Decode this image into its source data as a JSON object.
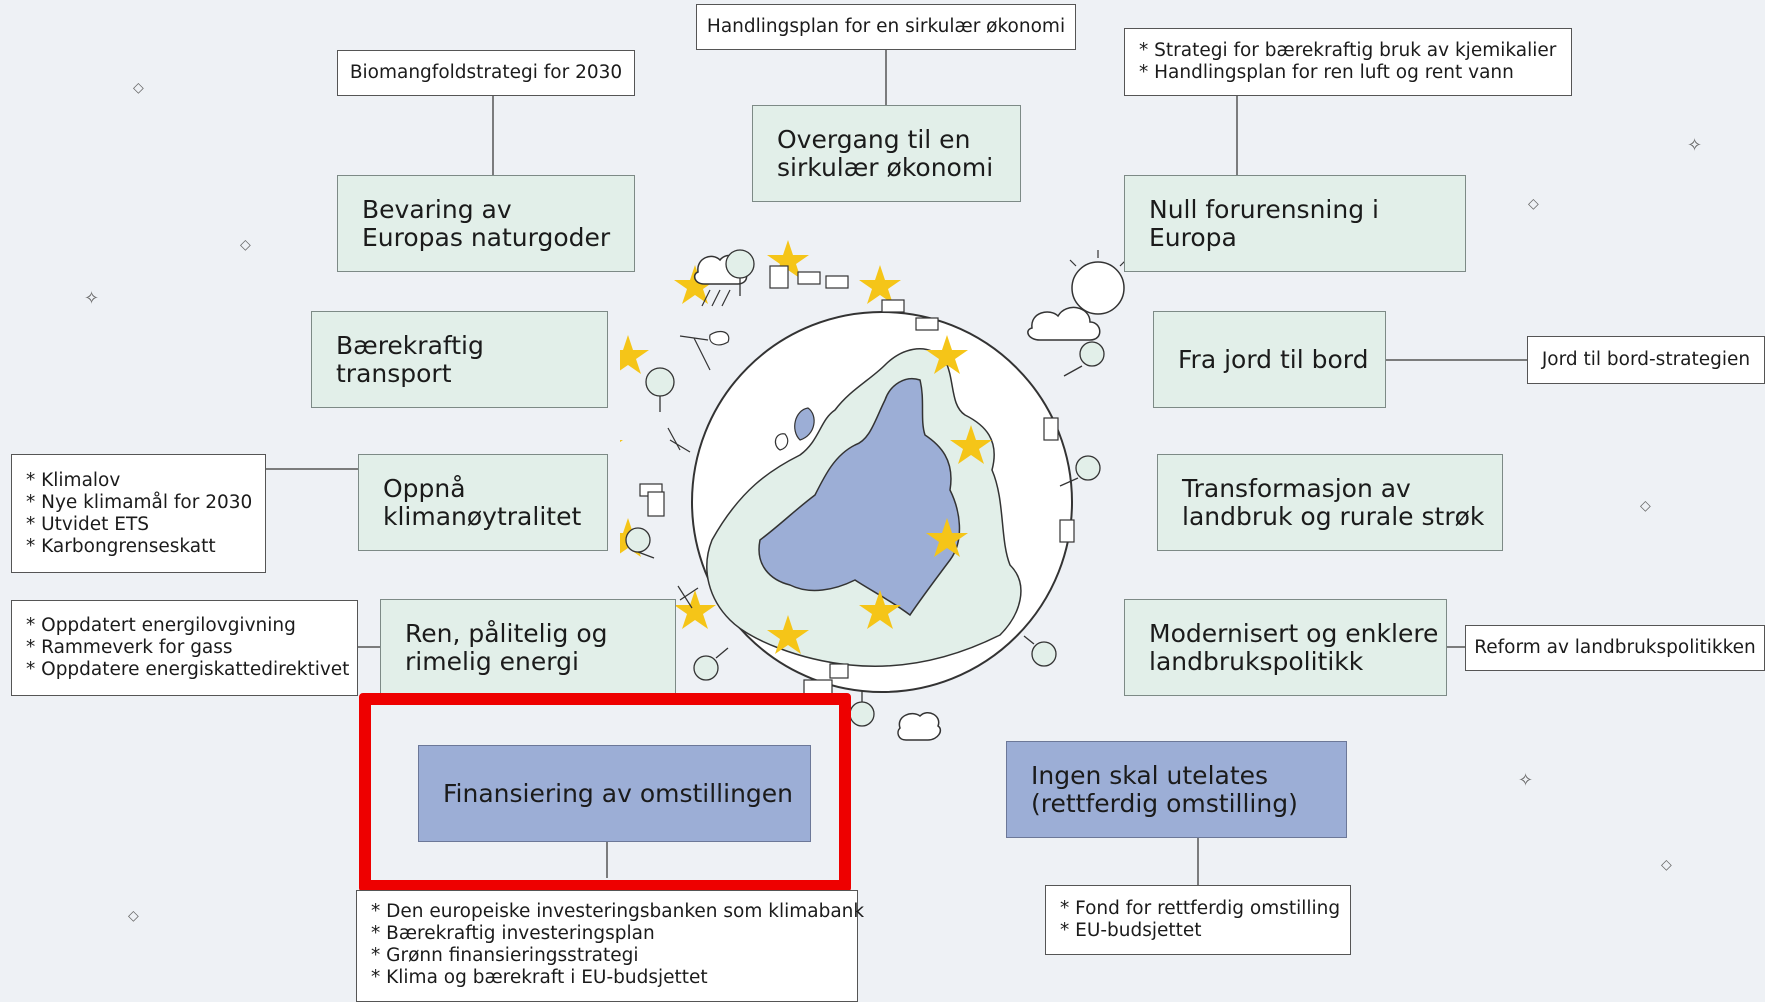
{
  "diagram": {
    "center_boxes": {
      "sirkulaer": "Overgang til en\nsirkulær økonomi",
      "natur": "Bevaring av\nEuropas naturgoder",
      "forurensning": "Null forurensning i Europa",
      "transport": "Bærekraftig transport",
      "jord": "Fra jord til bord",
      "klima": "Oppnå\nklimanøytralitet",
      "landbruk": "Transformasjon av\nlandbruk og rurale strøk",
      "energi": "Ren, pålitelig og\nrimelig energi",
      "landbrukspolitikk": "Modernisert og enklere\nlandbrukspolitikk",
      "finansiering": "Finansiering av omstillingen",
      "rettferdig": "Ingen skal utelates\n(rettferdig omstilling)"
    },
    "notes": {
      "sirkulaer": "Handlingsplan for en sirkulær økonomi",
      "natur": "Biomangfoldstrategi for 2030",
      "forurensning": [
        "* Strategi for bærekraftig bruk av kjemikalier",
        "* Handlingsplan for ren luft og rent vann"
      ],
      "jord": "Jord til bord-strategien",
      "klima": [
        "* Klimalov",
        "* Nye klimamål for 2030",
        "* Utvidet ETS",
        "* Karbongrenseskatt"
      ],
      "energi": [
        "* Oppdatert energilovgivning",
        "* Rammeverk for gass",
        "* Oppdatere energiskattedirektivet"
      ],
      "landbrukspolitikk": "Reform av landbrukspolitikken",
      "finansiering": [
        "* Den europeiske investeringsbanken som klimabank",
        "* Bærekraftig investeringsplan",
        "* Grønn finansieringsstrategi",
        "* Klima og bærekraft i EU-budsjettet"
      ],
      "rettferdig": [
        "* Fond for rettferdig omstilling",
        "* EU-budsjettet"
      ]
    },
    "highlighted": "finansiering",
    "colors": {
      "box_fill": "#e2efe9",
      "highlight_box_fill": "#9caed6",
      "highlight_frame": "#ee0000",
      "eu_fill": "#9caed6",
      "stars": "#f5c518"
    },
    "icons": [
      "globe-illustration",
      "eu-star-icon",
      "sun-cloud-icon",
      "rain-cloud-icon",
      "cloud-icon",
      "tree-icon",
      "wind-turbine-icon",
      "solar-panel-icon",
      "sparkle-icon"
    ]
  }
}
